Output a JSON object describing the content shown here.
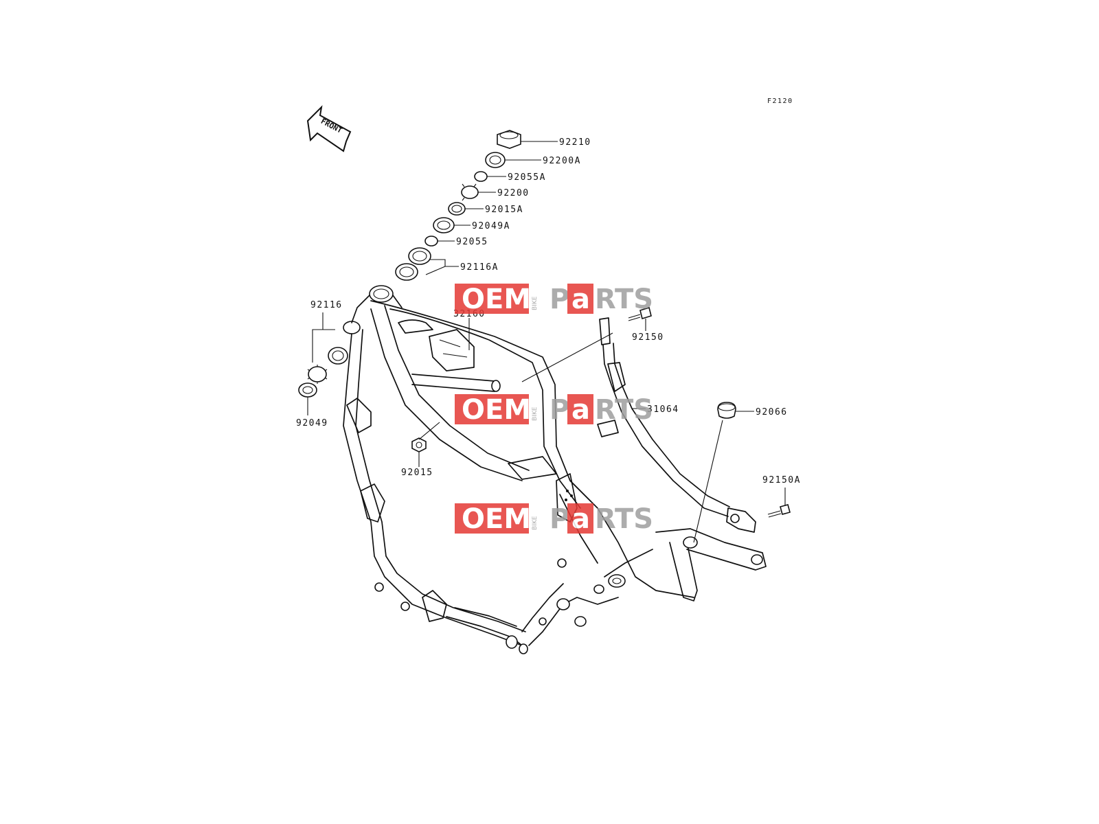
{
  "diagram_code": "F2120",
  "front_label": "FRONT",
  "watermark": {
    "oem": "OEM",
    "bike": "BIKE",
    "p": "P",
    "a": "a",
    "rts": "RTS",
    "color_red": "#e53935",
    "color_gray": "#9e9e9e"
  },
  "callouts": {
    "p92210": "92210",
    "p92200A": "92200A",
    "p92055A": "92055A",
    "p92200": "92200",
    "p92015A": "92015A",
    "p92049A": "92049A",
    "p92055": "92055",
    "p92116A": "92116A",
    "p92116": "92116",
    "p32160": "32160",
    "p92150": "92150",
    "p31064": "31064",
    "p92066": "92066",
    "p92049": "92049",
    "p92015": "92015",
    "p92150A": "92150A"
  }
}
